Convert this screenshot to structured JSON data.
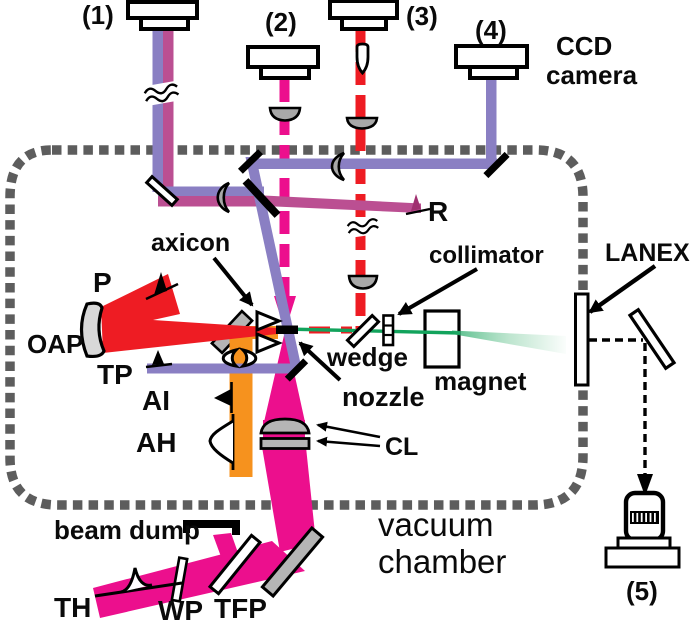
{
  "colors": {
    "red": "#ee1c23",
    "magenta": "#ec0f8d",
    "orange": "#f6921e",
    "purple": "#8a7fc3",
    "mauve": "#bb4f92",
    "green": "#12a35c",
    "green_fan": "#7ecca0",
    "gray_mirror": "#b5b5b5",
    "gray_lens": "#a8a8a8",
    "gray_oap": "#d8d8d8",
    "chamber_dash": "#5d5d5d",
    "black": "#000000",
    "white": "#ffffff"
  },
  "cameras": {
    "cam1": "(1)",
    "cam2": "(2)",
    "cam3": "(3)",
    "cam4": "(4)",
    "cam5": "(5)",
    "ccd_line1": "CCD",
    "ccd_line2": "camera"
  },
  "chamber": {
    "line1": "vacuum",
    "line2": "chamber"
  },
  "labels": {
    "axicon": "axicon",
    "collimator": "collimator",
    "wedge": "wedge",
    "nozzle": "nozzle",
    "magnet": "magnet",
    "lanex": "LANEX",
    "oap": "OAP",
    "p": "P",
    "r": "R",
    "tp": "TP",
    "ai": "AI",
    "ah": "AH",
    "cl": "CL",
    "beam_dump": "beam dump",
    "th": "TH",
    "wp": "WP",
    "tfp": "TFP"
  }
}
